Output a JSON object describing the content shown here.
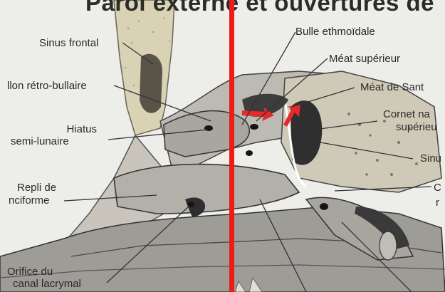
{
  "title": "Paroi externe et ouvertures de",
  "labels": {
    "sinus_frontal": "Sinus frontal",
    "bourrelet": "llon rétro-bullaire",
    "hiatus_1": "Hiatus",
    "hiatus_2": "semi-lunaire",
    "repli_1": "Repli de",
    "repli_2": "nciforme",
    "orifice_1": "Orifice du",
    "orifice_2": "canal lacrymal",
    "bulle": "Bulle ethmoïdale",
    "meat_sup": "Méat supérieur",
    "meat_santo": "Méat de Sant",
    "cornet_1": "Cornet na",
    "cornet_2": "supérieu",
    "sinus_sph": "Sinu",
    "edge_c": "C",
    "edge_r": "r"
  },
  "colors": {
    "background": "#ededea",
    "divider": "#ec1c16",
    "arrow": "#e8282c",
    "bone": "#d8d3be",
    "tissue": "#b9b7b2",
    "cavity": "#3a3a3a",
    "leader": "#333333"
  }
}
